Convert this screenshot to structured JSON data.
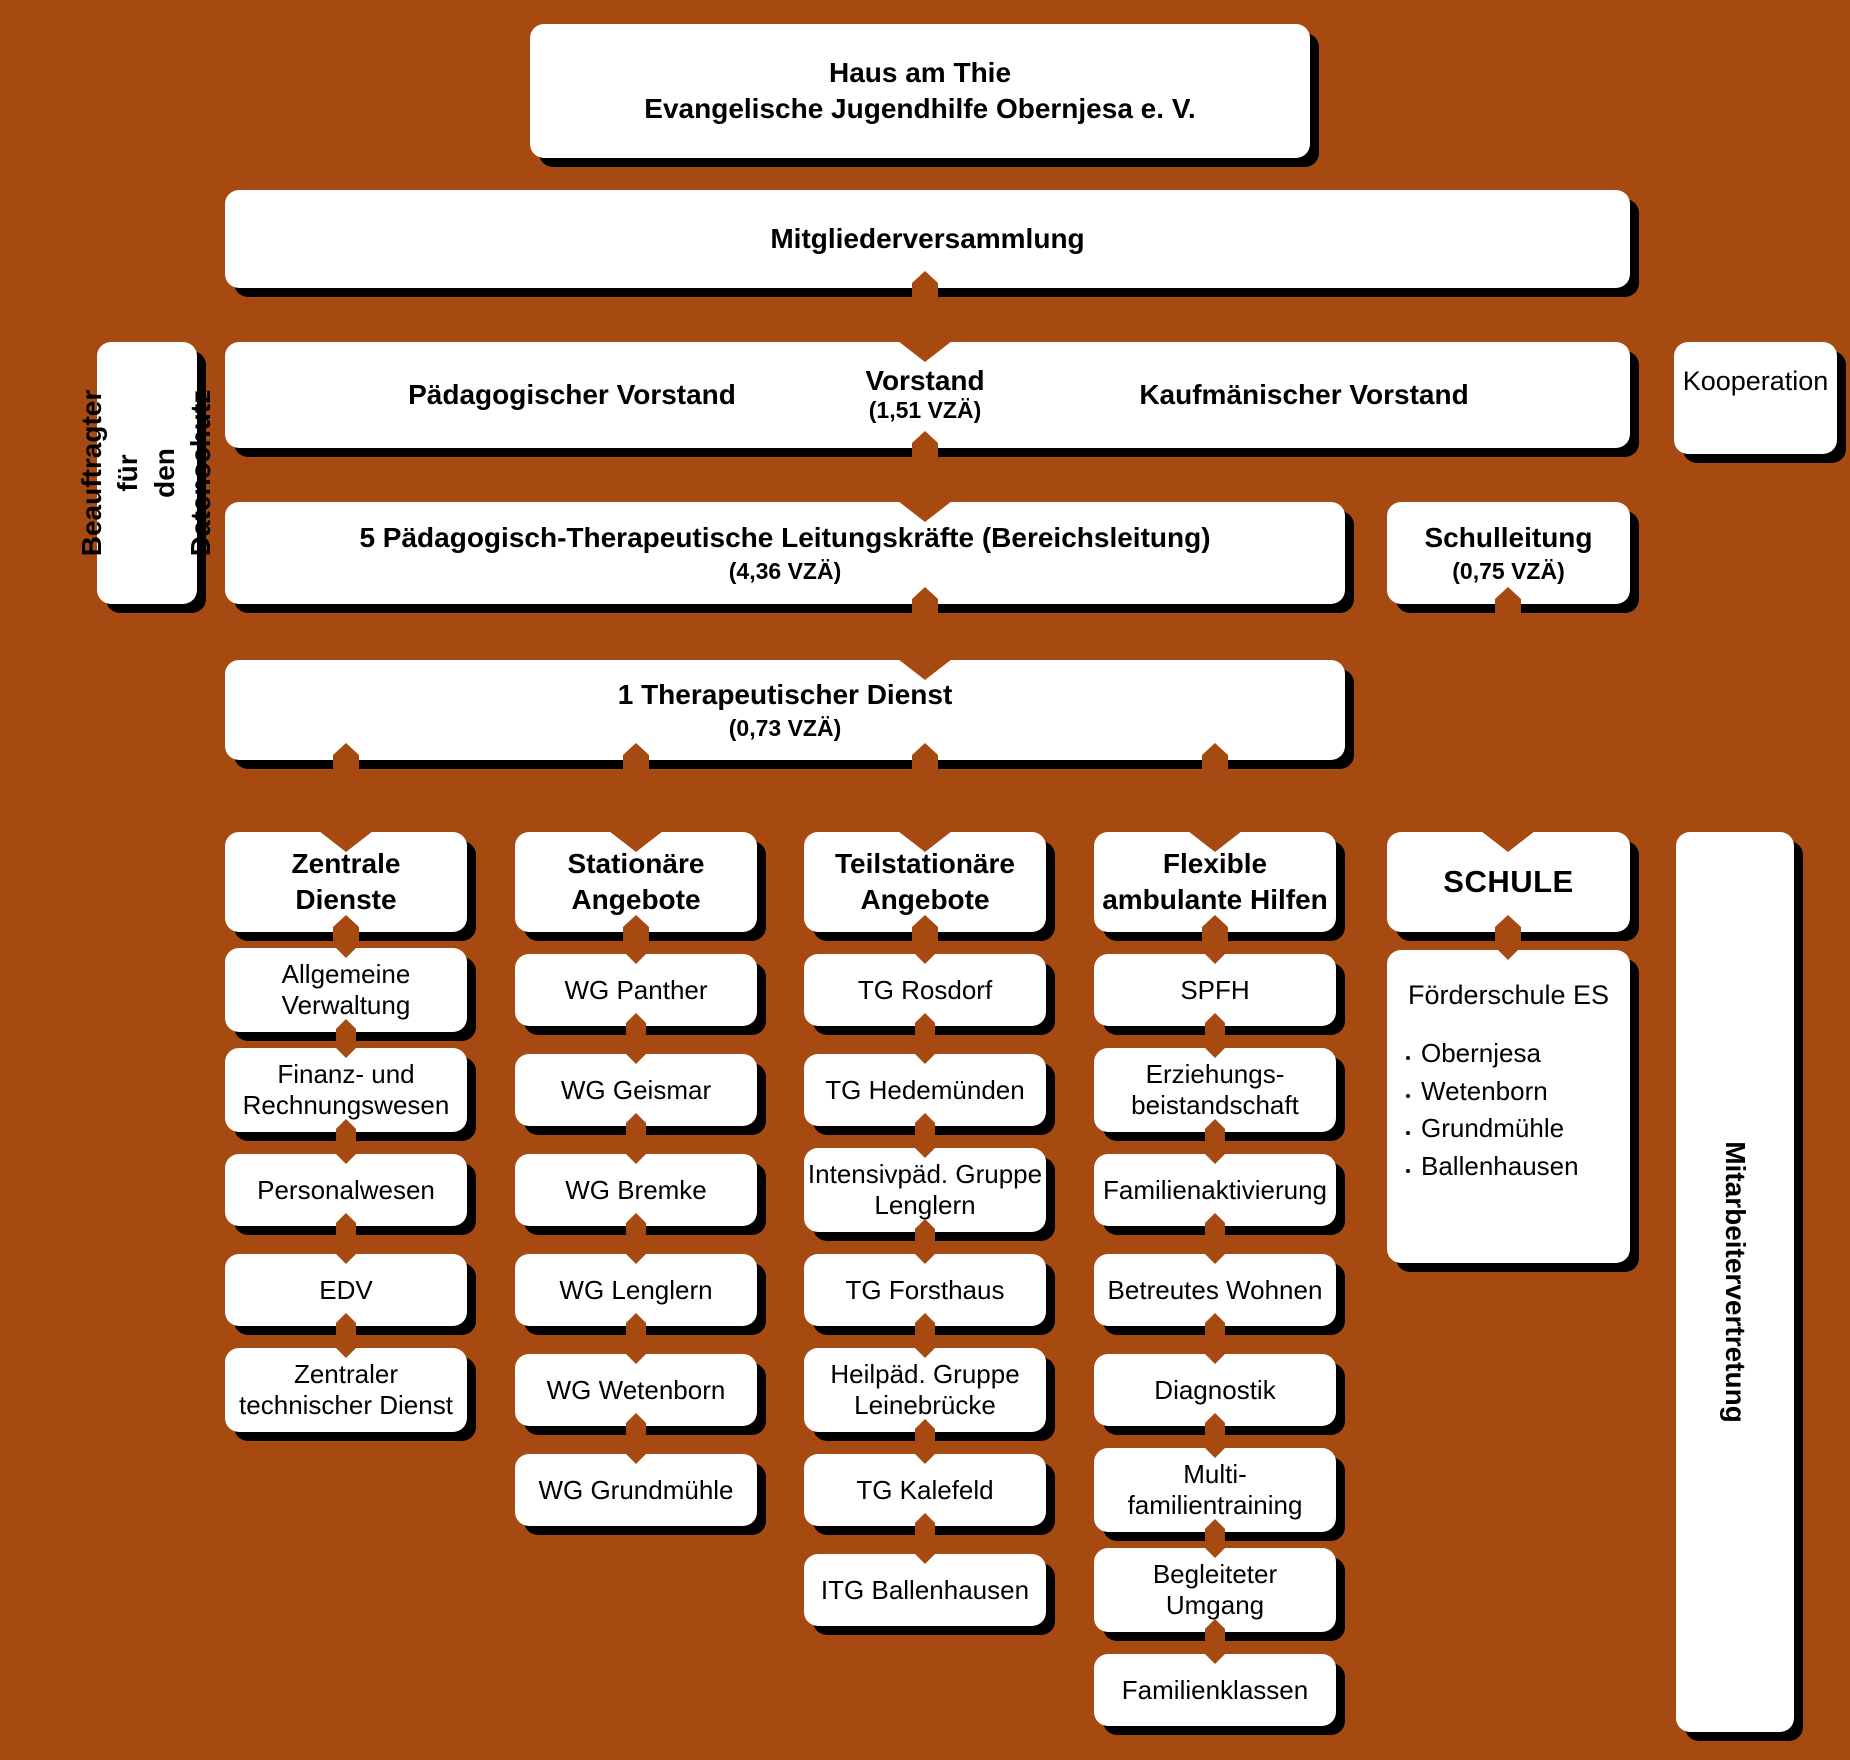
{
  "root": {
    "title": "Haus am Thie\nEvangelische Jugendhilfe Obernjesa e. V."
  },
  "assembly": {
    "label": "Mitgliederversammlung"
  },
  "board": {
    "left": "Pädagogischer Vorstand",
    "center_title": "Vorstand",
    "center_sub": "(1,51 VZÄ)",
    "right": "Kaufmänischer Vorstand"
  },
  "data_protection": {
    "label": "Beauftragter für\nden Datenschutz"
  },
  "cooperation": {
    "label": "Kooperation"
  },
  "division_management": {
    "title": "5 Pädagogisch-Therapeutische Leitungskräfte (Bereichsleitung)",
    "sub": "(4,36 VZÄ)"
  },
  "school_management": {
    "title": "Schulleitung",
    "sub": "(0,75 VZÄ)"
  },
  "therapeutic_service": {
    "title": "1 Therapeutischer Dienst",
    "sub": "(0,73 VZÄ)"
  },
  "staff_council": {
    "label": "Mitarbeitervertretung"
  },
  "columns": [
    {
      "header": "Zentrale\nDienste",
      "items": [
        "Allgemeine\nVerwaltung",
        "Finanz- und\nRechnungswesen",
        "Personalwesen",
        "EDV",
        "Zentraler\ntechnischer Dienst"
      ]
    },
    {
      "header": "Stationäre\nAngebote",
      "items": [
        "WG Panther",
        "WG Geismar",
        "WG Bremke",
        "WG Lenglern",
        "WG Wetenborn",
        "WG Grundmühle"
      ]
    },
    {
      "header": "Teilstationäre\nAngebote",
      "items": [
        "TG Rosdorf",
        "TG Hedemünden",
        "Intensivpäd. Gruppe\nLenglern",
        "TG  Forsthaus",
        "Heilpäd. Gruppe\nLeinebrücke",
        "TG Kalefeld",
        "ITG Ballenhausen"
      ]
    },
    {
      "header": "Flexible\nambulante Hilfen",
      "items": [
        "SPFH",
        "Erziehungs-\nbeistandschaft",
        "Familienaktivierung",
        "Betreutes Wohnen",
        "Diagnostik",
        "Multi-\nfamilientraining",
        "Begleiteter\nUmgang",
        "Familienklassen"
      ]
    },
    {
      "header": "SCHULE",
      "items": []
    }
  ],
  "school": {
    "program": "Förderschule ES",
    "locations": [
      "Obernjesa",
      "Wetenborn",
      "Grundmühle",
      "Ballenhausen"
    ]
  },
  "colors": {
    "background": "#a64a11",
    "box": "#ffffff",
    "shadow": "#000000",
    "text": "#000000"
  }
}
